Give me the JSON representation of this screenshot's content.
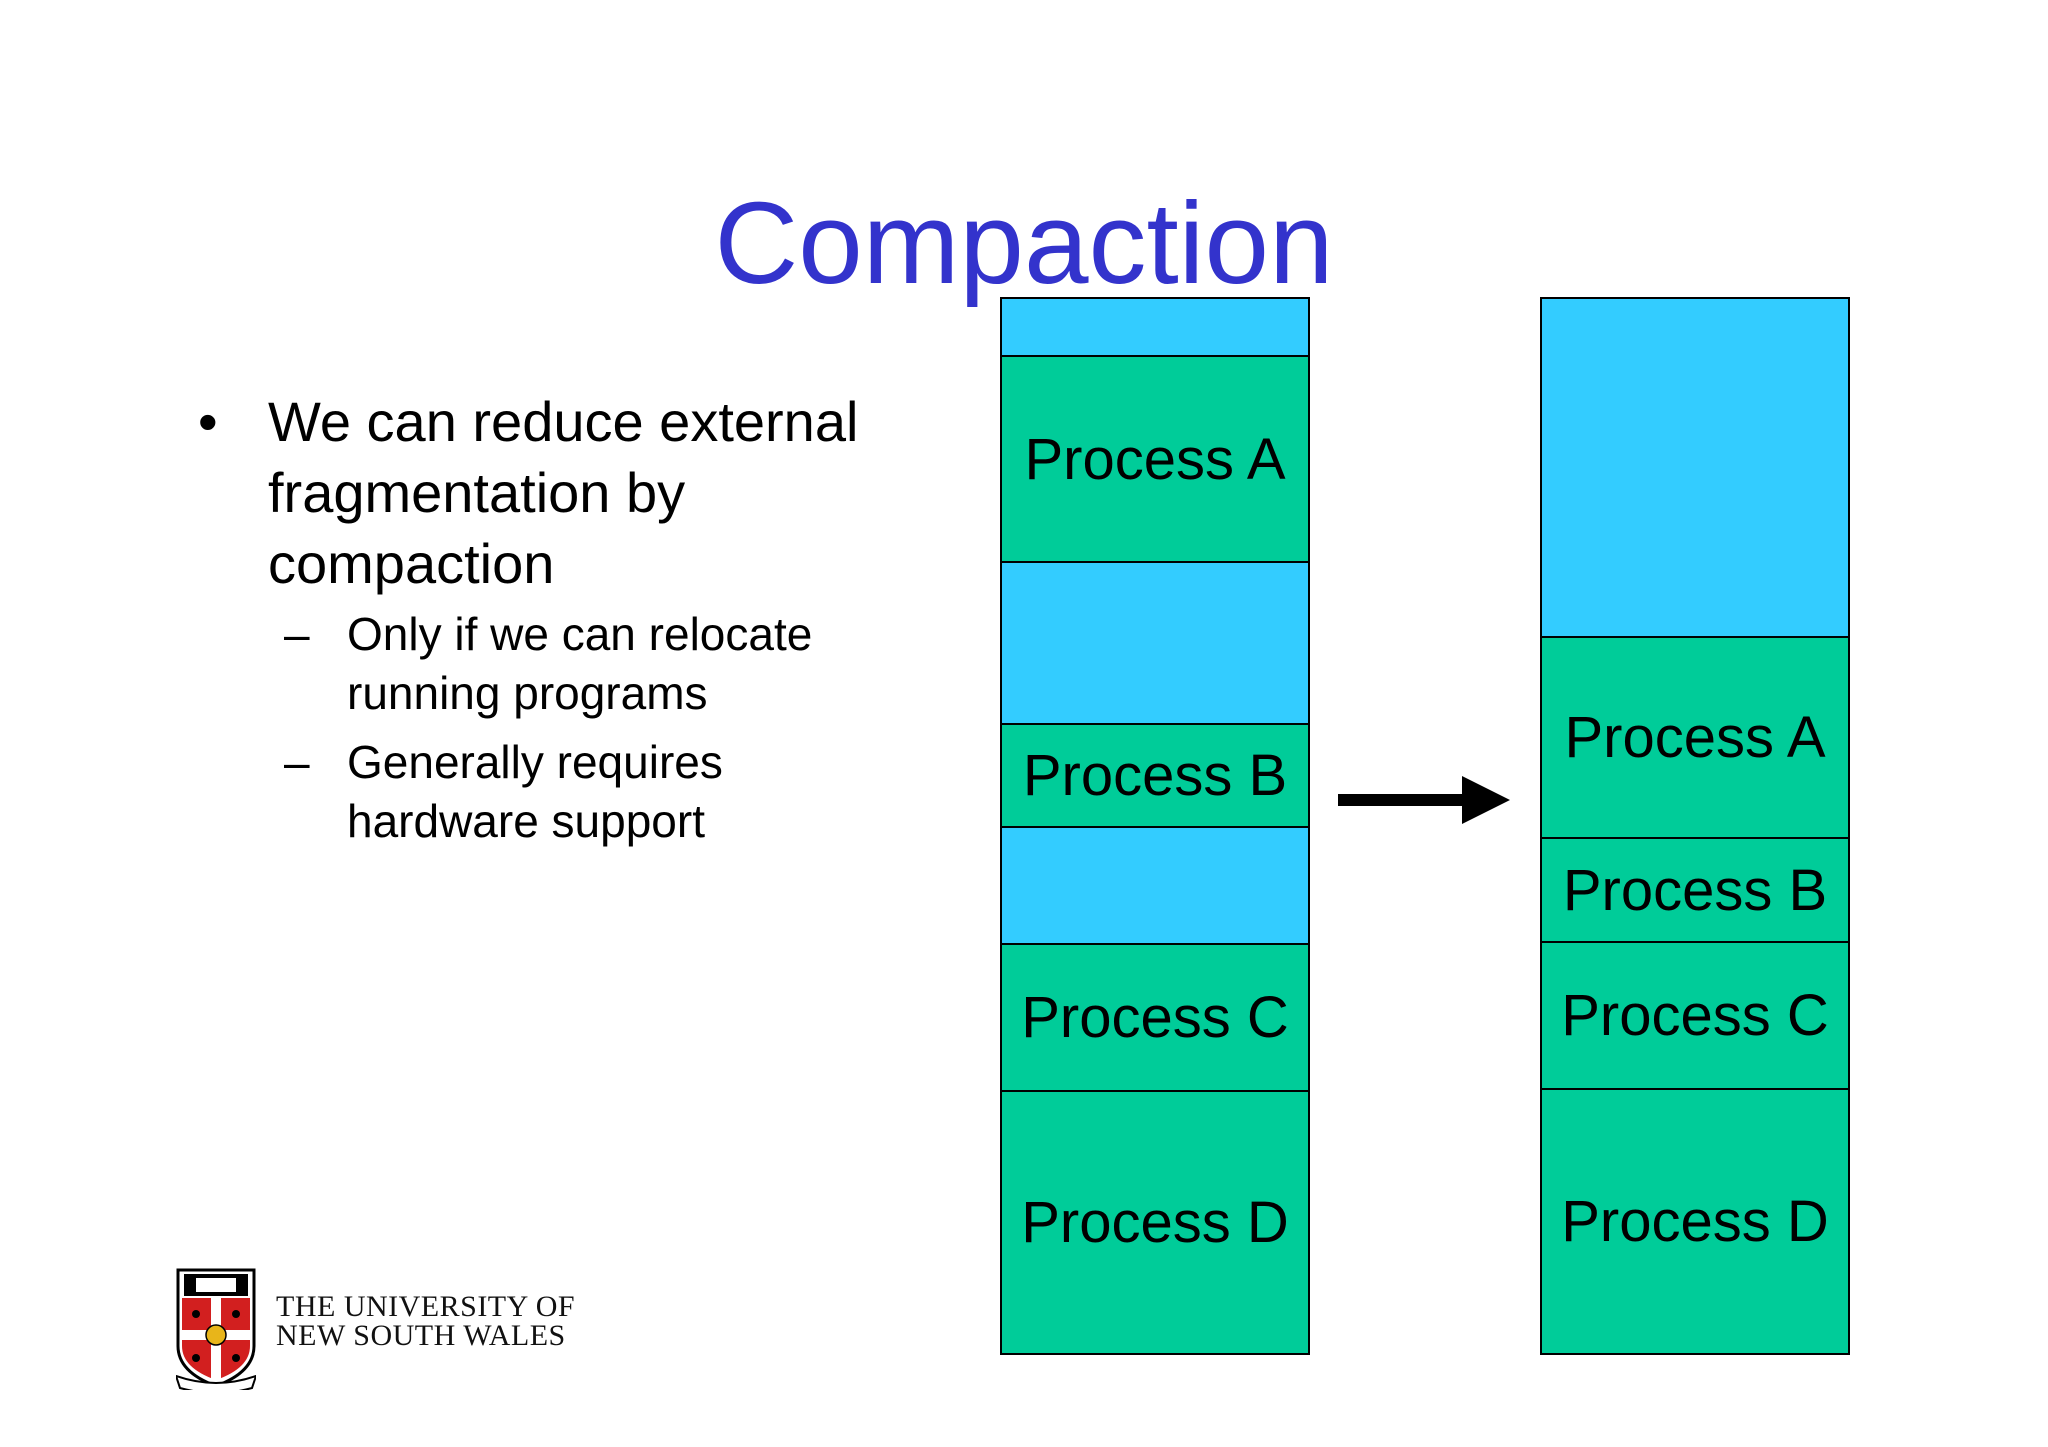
{
  "slide": {
    "title": "Compaction",
    "bullets": [
      {
        "text": "We can reduce external fragmentation by compaction",
        "subs": [
          "Only if we can relocate running programs",
          "Generally requires hardware support"
        ]
      }
    ],
    "bullet_glyph": "•",
    "sub_glyph": "–"
  },
  "colors": {
    "title": "#3333cc",
    "free": "#33ccff",
    "process": "#00cc99",
    "border": "#000000"
  },
  "memory": {
    "before": [
      {
        "kind": "free",
        "label": "",
        "size": 58
      },
      {
        "kind": "process",
        "label": "Process A",
        "size": 206
      },
      {
        "kind": "free",
        "label": "",
        "size": 162
      },
      {
        "kind": "process",
        "label": "Process B",
        "size": 103
      },
      {
        "kind": "free",
        "label": "",
        "size": 117
      },
      {
        "kind": "process",
        "label": "Process C",
        "size": 147
      },
      {
        "kind": "process",
        "label": "Process D",
        "size": 263
      }
    ],
    "after": [
      {
        "kind": "free",
        "label": "",
        "size": 340
      },
      {
        "kind": "process",
        "label": "Process A",
        "size": 201
      },
      {
        "kind": "process",
        "label": "Process B",
        "size": 104
      },
      {
        "kind": "process",
        "label": "Process C",
        "size": 147
      },
      {
        "kind": "process",
        "label": "Process D",
        "size": 264
      }
    ]
  },
  "arrow_icon": "right-arrow-icon",
  "logo": {
    "name": "unsw-crest-icon",
    "line1": "THE UNIVERSITY OF",
    "line2": "NEW SOUTH WALES"
  }
}
